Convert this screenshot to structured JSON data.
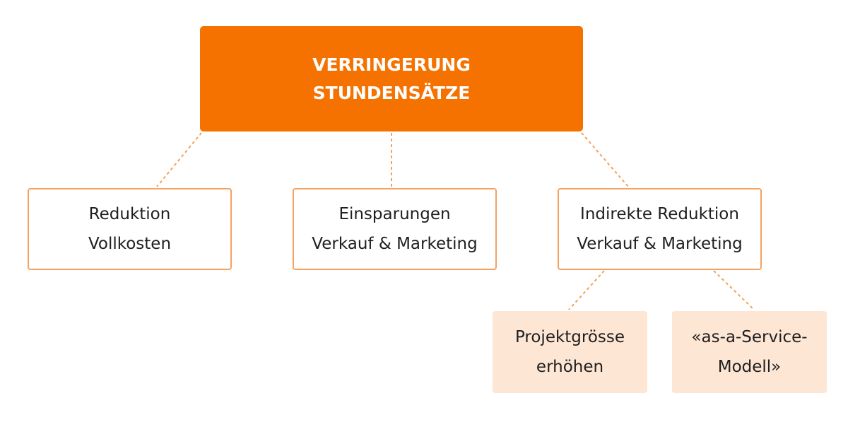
{
  "diagram": {
    "root": {
      "lines": [
        "VERRINGERUNG",
        "STUNDENSÄTZE"
      ],
      "color": "#f57200"
    },
    "children": [
      {
        "lines": [
          "Reduktion",
          "Vollkosten"
        ]
      },
      {
        "lines": [
          "Einsparungen",
          "Verkauf & Marketing"
        ]
      },
      {
        "lines": [
          "Indirekte Reduktion",
          "Verkauf & Marketing"
        ]
      }
    ],
    "grandchildren": [
      {
        "lines": [
          "Projektgrösse",
          "erhöhen"
        ]
      },
      {
        "lines": [
          "«as-a-Service-",
          "Modell»"
        ]
      }
    ],
    "colors": {
      "border": "#f7a15f",
      "connector": "#f4a057",
      "subnode_fill": "#fde6d4"
    }
  }
}
